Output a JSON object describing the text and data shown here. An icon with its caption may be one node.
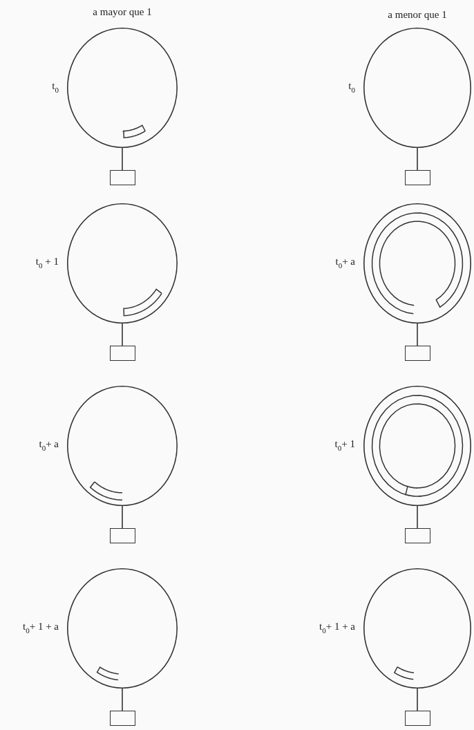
{
  "diagram": {
    "nodes": [
      {
        "text": [],
        "shape": "circle",
        "beside": [
          "t$_{0}$"
        ]
      },
      {
        "text": [],
        "shape": "box"
      },
      {
        "text": [],
        "shape": "circle",
        "beside": [
          "t$_{0}$"
        ]
      },
      {
        "text": [],
        "shape": "box"
      },
      {
        "text": [],
        "shape": "circle",
        "beside": [
          "t$_{0}$ + 1"
        ]
      },
      {
        "text": [],
        "shape": "box"
      },
      {
        "text": [],
        "shape": "circle",
        "beside": [
          "t$_{0}$+ a"
        ]
      },
      {
        "text": [],
        "shape": "box"
      },
      {
        "text": [],
        "shape": "circle",
        "beside": [
          "t$_{0}$+ a"
        ]
      },
      {
        "text": [],
        "shape": "box"
      },
      {
        "text": [],
        "shape": "circle",
        "beside": [
          "t$_{0}$+ 1"
        ]
      },
      {
        "text": [],
        "shape": "box"
      },
      {
        "text": [],
        "shape": "circle",
        "beside": [
          "t$_{0}$+ 1 + a"
        ]
      },
      {
        "text": [],
        "shape": "box"
      },
      {
        "text": [],
        "shape": "circle",
        "beside": [
          "t$_{0}$+ 1 + a"
        ]
      },
      {
        "text": [],
        "shape": "box"
      }
    ],
    "edges": [
      {
        "from": 0,
        "to": 1,
        "arrow": "none"
      },
      {
        "from": 2,
        "to": 3,
        "arrow": "none"
      },
      {
        "from": 4,
        "to": 5,
        "arrow": "none"
      },
      {
        "from": 6,
        "to": 7,
        "arrow": "none"
      },
      {
        "from": 8,
        "to": 9,
        "arrow": "none"
      },
      {
        "from": 10,
        "to": 11,
        "arrow": "none"
      },
      {
        "from": 12,
        "to": 13,
        "arrow": "none"
      },
      {
        "from": 14,
        "to": 15,
        "arrow": "none"
      }
    ],
    "labels": [
      "a mayor que 1",
      "a menor que 1"
    ]
  }
}
